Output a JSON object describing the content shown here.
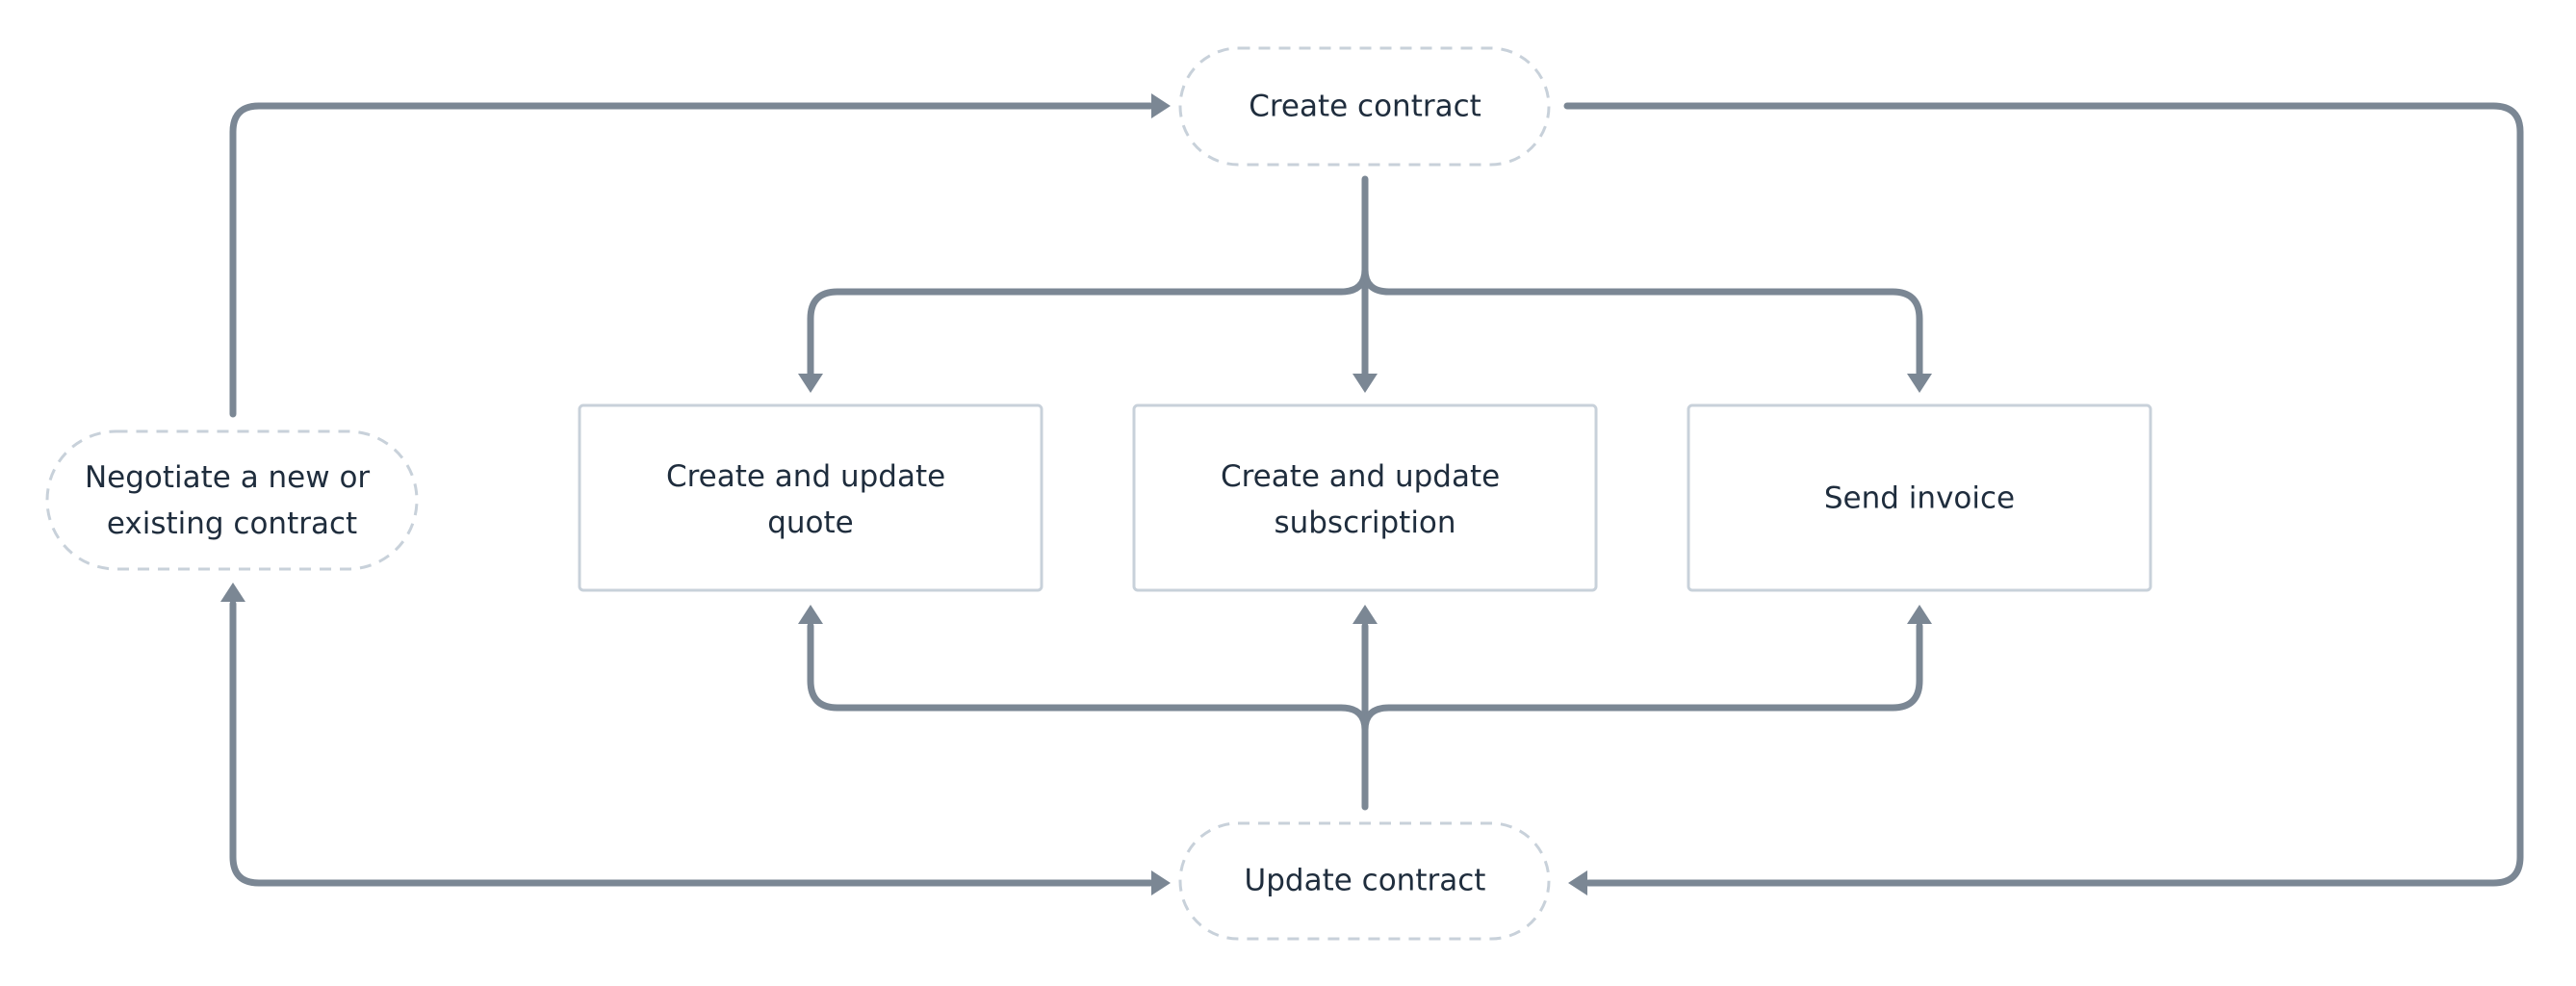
{
  "colors": {
    "background": "#ffffff",
    "connector": "#7b8794",
    "node_border": "#c8d1da",
    "text": "#1f2d3d"
  },
  "nodes": {
    "create_contract": "Create contract",
    "negotiate_contract": [
      "Negotiate a new or",
      "existing contract"
    ],
    "update_contract": "Update contract",
    "quote": [
      "Create and update",
      "quote"
    ],
    "subscription": [
      "Create and update",
      "subscription"
    ],
    "invoice": "Send invoice"
  }
}
